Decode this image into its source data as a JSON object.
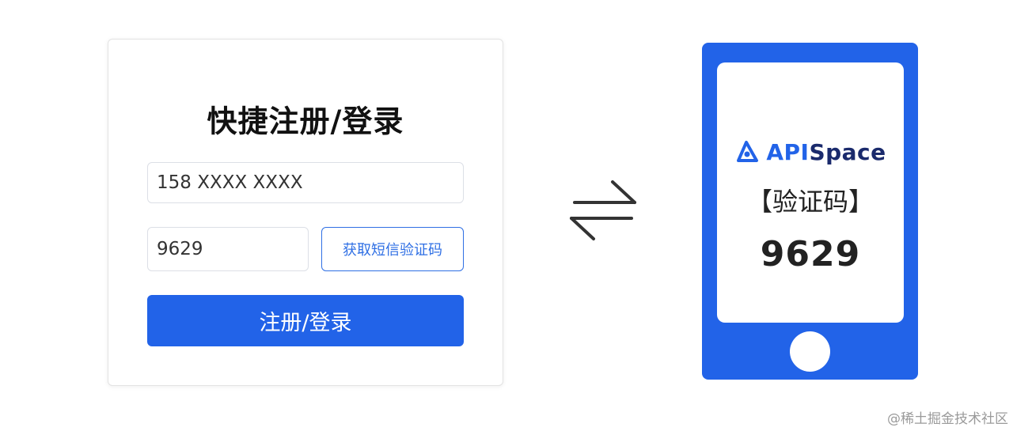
{
  "login": {
    "title": "快捷注册/登录",
    "phone_value": "158 XXXX XXXX",
    "code_value": "9629",
    "sms_button_label": "获取短信验证码",
    "submit_label": "注册/登录"
  },
  "exchange": {
    "icon": "exchange-arrows-icon"
  },
  "phone": {
    "brand_api": "API",
    "brand_space": "Space",
    "brand_icon": "apispace-logo-icon",
    "sms_label": "【验证码】",
    "sms_code": "9629"
  },
  "watermark": "@稀土掘金技术社区",
  "colors": {
    "primary": "#2263e8",
    "brand_dark": "#1a2a6c",
    "border": "#dcdfe6"
  }
}
